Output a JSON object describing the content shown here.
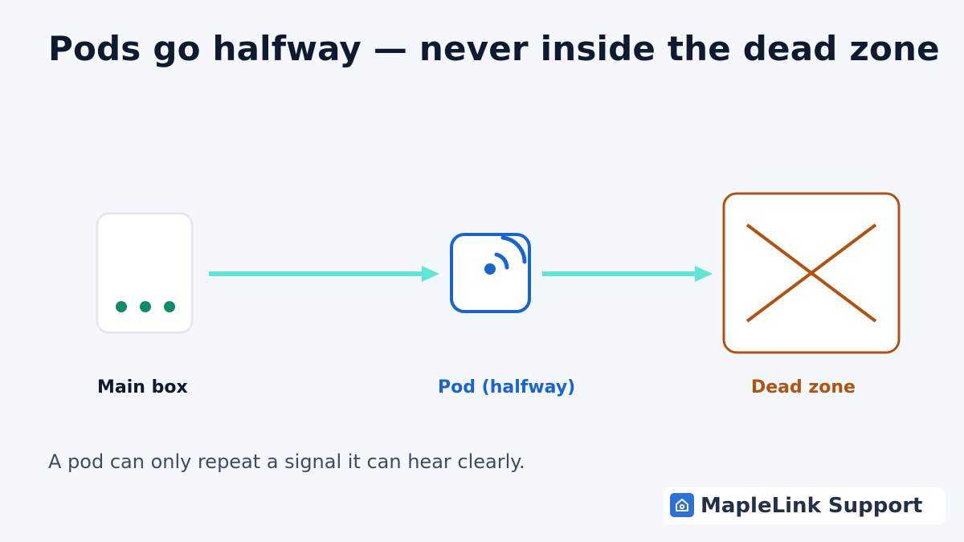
{
  "title": "Pods go halfway — never inside the dead zone",
  "nodes": [
    {
      "label": "Main box",
      "color": "#0f1a2e",
      "icon": "router-icon",
      "indicator_color": "#118a6a"
    },
    {
      "label": "Pod (halfway)",
      "color": "#1a64d0",
      "icon": "wifi-pod-icon"
    },
    {
      "label": "Dead zone",
      "color": "#b3520f",
      "icon": "cross-icon"
    }
  ],
  "arrow_color": "#5fe6d4",
  "caption": "A pod can only repeat a signal it can hear clearly.",
  "brand": {
    "name": "MapleLink Support",
    "icon": "home-icon",
    "color": "#2e6fd8"
  }
}
